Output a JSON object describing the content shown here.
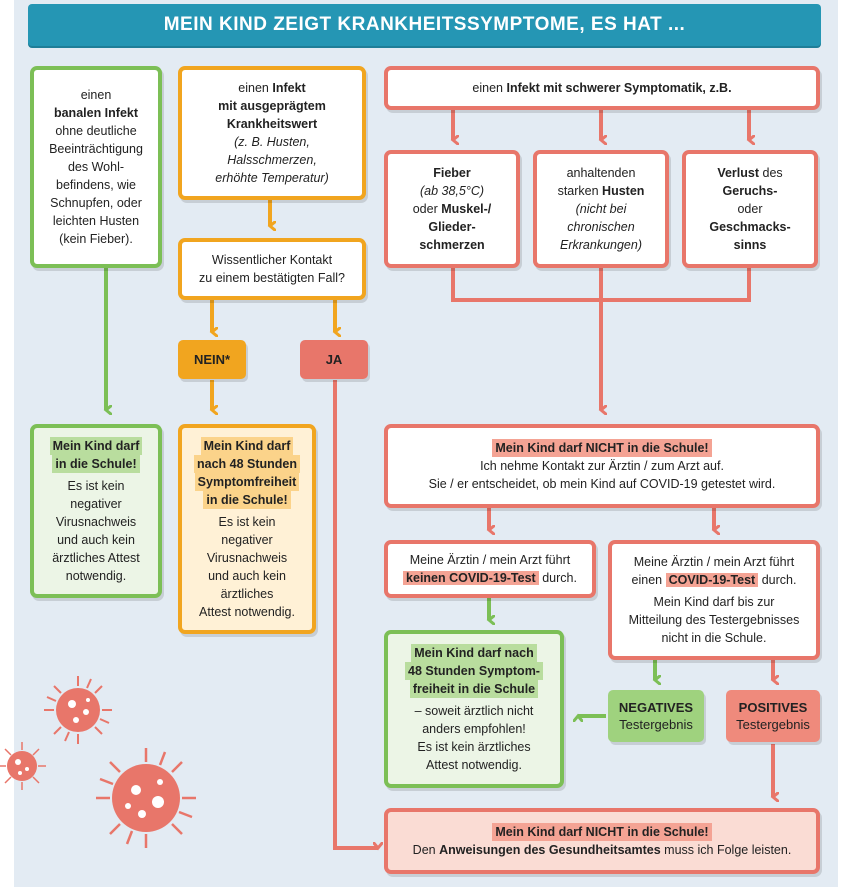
{
  "title": "MEIN KIND ZEIGT KRANKHEITSSYMPTOME, ES HAT ...",
  "colors": {
    "green": "#7cbf56",
    "orange": "#f1a51f",
    "red": "#e8766a",
    "banner": "#2596b4",
    "background": "#e3ebf3"
  },
  "col1": {
    "l1": "einen",
    "l2": "banalen Infekt",
    "l3": "ohne deutliche",
    "l4": "Beeinträchtigung",
    "l5": "des Wohl-",
    "l6": "befindens, wie",
    "l7": "Schnupfen, oder",
    "l8": "leichten Husten",
    "l9": "(kein Fieber).",
    "result": {
      "title1": "Mein Kind darf",
      "title2": "in die Schule!",
      "t1": "Es ist kein",
      "t2": "negativer",
      "t3": "Virusnachweis",
      "t4": "und auch kein",
      "t5": "ärztliches Attest",
      "t6": "notwendig."
    }
  },
  "col2": {
    "l1": "einen",
    "l1b": "Infekt",
    "l2": "mit ausgeprägtem",
    "l3": "Krankheitswert",
    "l4": "(z. B. Husten,",
    "l5": "Halsschmerzen,",
    "l6": "erhöhte Temperatur)",
    "contact1": "Wissentlicher Kontakt",
    "contact2": "zu einem bestätigten Fall?",
    "nein": "NEIN*",
    "ja": "JA",
    "result": {
      "title1": "Mein Kind darf",
      "title2": "nach 48 Stunden",
      "title3": "Symptomfreiheit",
      "title4": "in die Schule!",
      "t1": "Es ist kein",
      "t2": "negativer",
      "t3": "Virusnachweis",
      "t4": "und auch kein",
      "t5": "ärztliches",
      "t6": "Attest notwendig."
    }
  },
  "severe": {
    "pre": "einen",
    "bold": "Infekt mit schwerer Symptomatik, z.B.",
    "fever": {
      "b1": "Fieber",
      "i1": "(ab 38,5°C)",
      "l2a": "oder",
      "b2": "Muskel-/",
      "b3": "Glieder-",
      "b4": "schmerzen"
    },
    "cough": {
      "l1": "anhaltenden",
      "l2a": "starken",
      "b1": "Husten",
      "i1": "(nicht bei",
      "i2": "chronischen",
      "i3": "Erkrankungen)"
    },
    "smell": {
      "b1": "Verlust",
      "l1": "des",
      "b2": "Geruchs-",
      "l2": "oder",
      "b3": "Geschmacks-",
      "b4": "sinns"
    }
  },
  "not_school": {
    "title": "Mein Kind darf NICHT in die Schule!",
    "l1": "Ich nehme Kontakt zur Ärztin / zum Arzt auf.",
    "l2": "Sie / er entscheidet, ob mein Kind auf COVID-19 getestet wird."
  },
  "no_test": {
    "l1": "Meine Ärztin / mein Arzt führt",
    "b1": "keinen COVID-19-Test",
    "l2": "durch."
  },
  "test": {
    "l1": "Meine Ärztin / mein Arzt führt",
    "l2a": "einen",
    "b1": "COVID-19-Test",
    "l2b": "durch.",
    "l3": "Mein Kind darf bis zur",
    "l4": "Mitteilung des Testergebnisses",
    "l5": "nicht in die Schule."
  },
  "after48": {
    "title1": "Mein Kind darf nach",
    "title2": "48 Stunden Symptom-",
    "title3": "freiheit in die Schule",
    "t1": "– soweit ärztlich nicht",
    "t2": "anders empfohlen!",
    "t3": "Es ist kein ärztliches",
    "t4": "Attest notwendig."
  },
  "negative": {
    "b": "NEGATIVES",
    "l": "Testergebnis"
  },
  "positive": {
    "b": "POSITIVES",
    "l": "Testergebnis"
  },
  "final": {
    "title": "Mein Kind darf NICHT in die Schule!",
    "l1": "Den",
    "b1": "Anweisungen des Gesundheitsamtes",
    "l2": "muss ich Folge leisten."
  }
}
